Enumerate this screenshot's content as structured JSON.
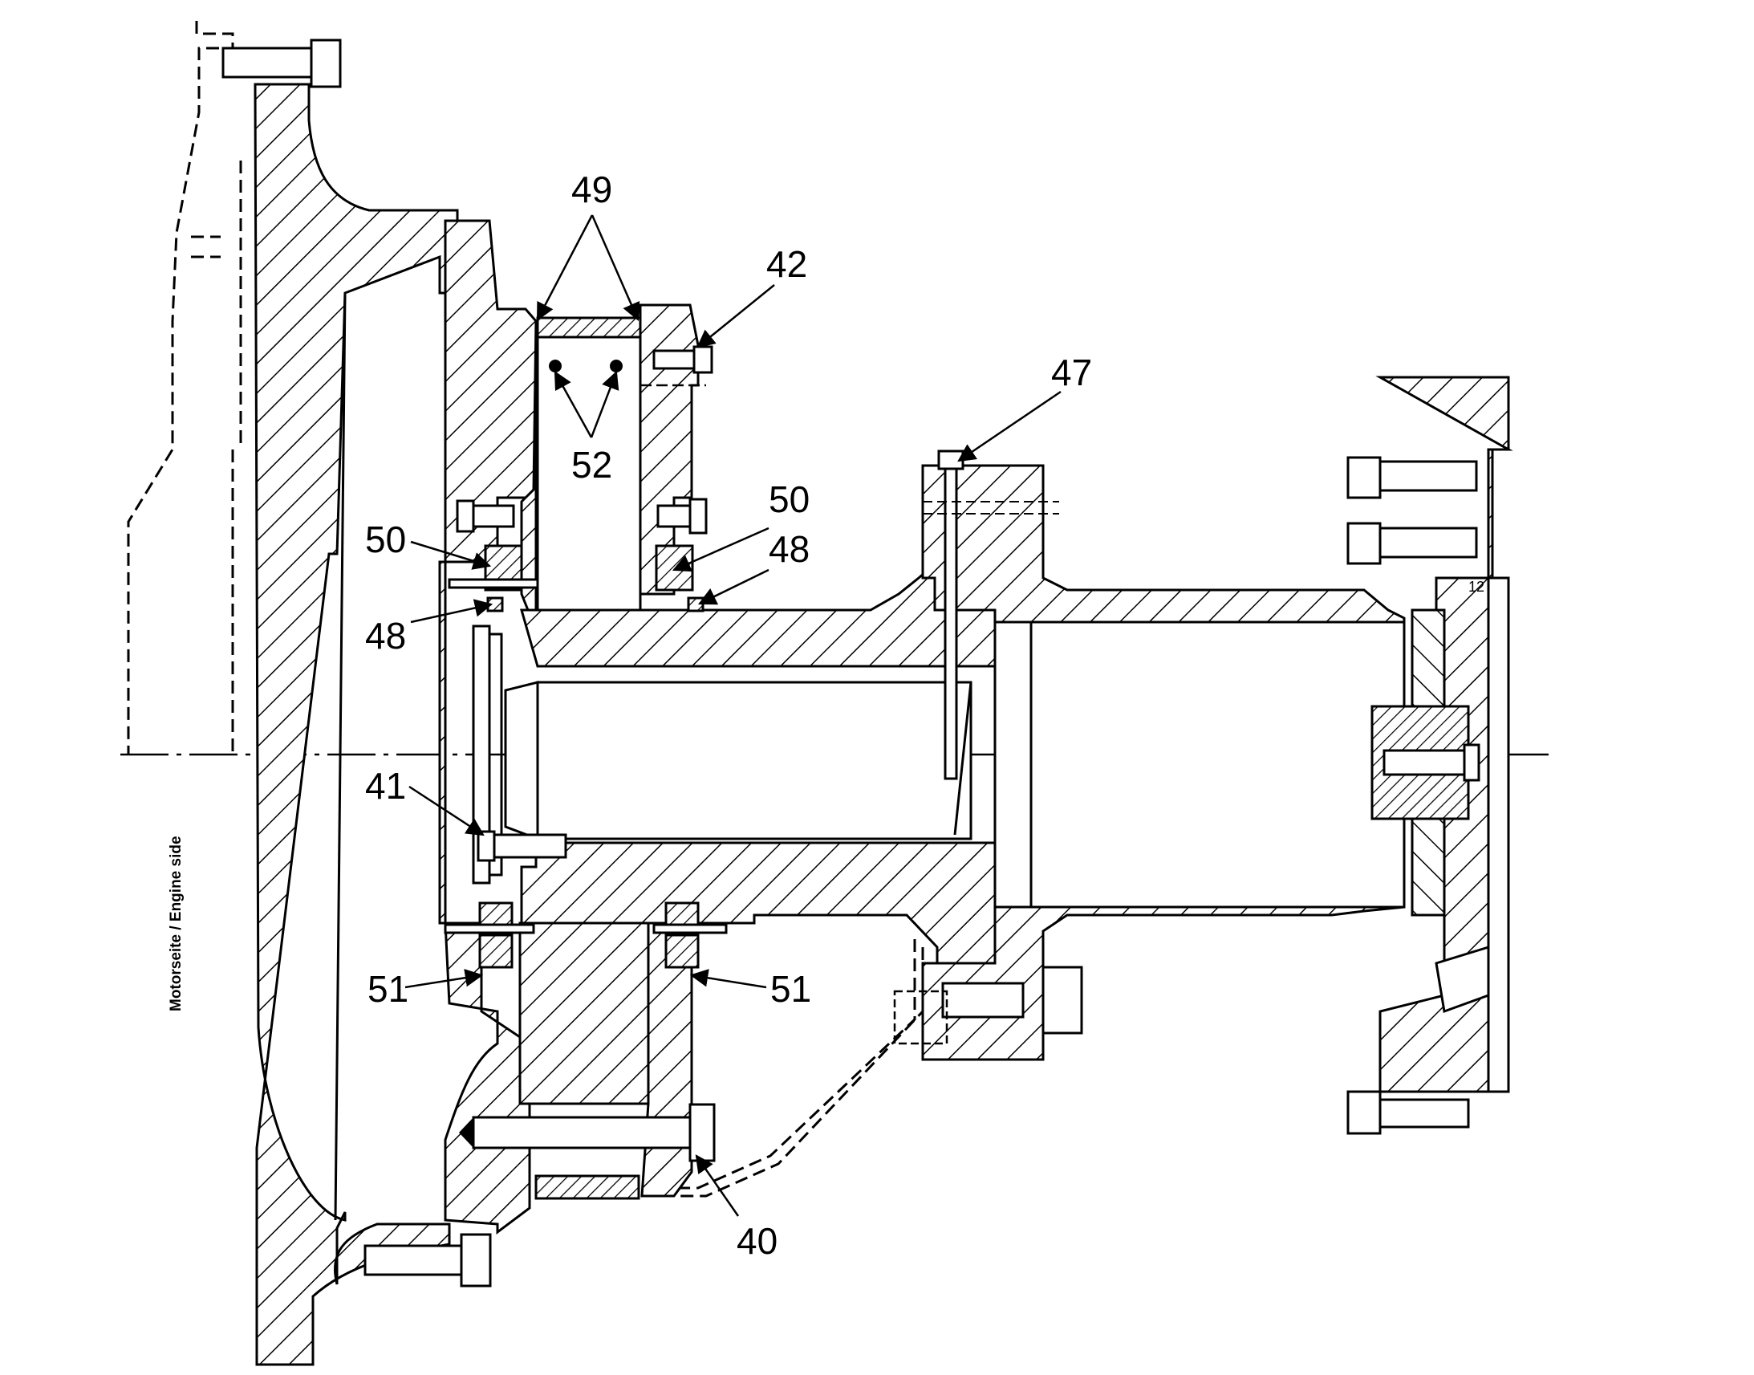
{
  "figure": {
    "side_label": "Motorseite / Engine side",
    "callouts": {
      "c40": "40",
      "c41": "41",
      "c42": "42",
      "c47": "47",
      "c48_left": "48",
      "c48_right": "48",
      "c49": "49",
      "c50_left": "50",
      "c50_right": "50",
      "c51_left": "51",
      "c51_right": "51",
      "c52": "52",
      "c12": "12"
    }
  }
}
